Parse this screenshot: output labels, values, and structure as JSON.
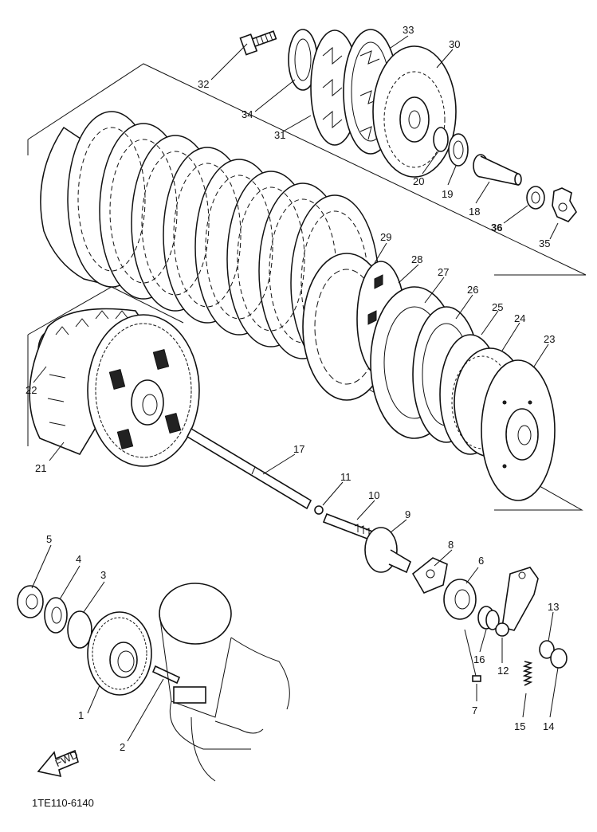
{
  "diagram": {
    "code": "1TE110-6140",
    "fwd_label": "FWD",
    "parts": [
      {
        "id": "p1",
        "label": "1"
      },
      {
        "id": "p2",
        "label": "2"
      },
      {
        "id": "p3",
        "label": "3"
      },
      {
        "id": "p4",
        "label": "4"
      },
      {
        "id": "p5",
        "label": "5"
      },
      {
        "id": "p6",
        "label": "6"
      },
      {
        "id": "p7",
        "label": "7"
      },
      {
        "id": "p8",
        "label": "8"
      },
      {
        "id": "p9",
        "label": "9"
      },
      {
        "id": "p10",
        "label": "10"
      },
      {
        "id": "p11",
        "label": "11"
      },
      {
        "id": "p12",
        "label": "12"
      },
      {
        "id": "p13",
        "label": "13"
      },
      {
        "id": "p14",
        "label": "14"
      },
      {
        "id": "p15",
        "label": "15"
      },
      {
        "id": "p16",
        "label": "16"
      },
      {
        "id": "p17",
        "label": "17"
      },
      {
        "id": "p18",
        "label": "18"
      },
      {
        "id": "p19",
        "label": "19"
      },
      {
        "id": "p20",
        "label": "20"
      },
      {
        "id": "p21",
        "label": "21"
      },
      {
        "id": "p22",
        "label": "22"
      },
      {
        "id": "p23",
        "label": "23"
      },
      {
        "id": "p24",
        "label": "24"
      },
      {
        "id": "p25",
        "label": "25"
      },
      {
        "id": "p26",
        "label": "26"
      },
      {
        "id": "p27",
        "label": "27"
      },
      {
        "id": "p28",
        "label": "28"
      },
      {
        "id": "p29",
        "label": "29"
      },
      {
        "id": "p30",
        "label": "30"
      },
      {
        "id": "p31",
        "label": "31"
      },
      {
        "id": "p32",
        "label": "32"
      },
      {
        "id": "p33",
        "label": "33"
      },
      {
        "id": "p34",
        "label": "34"
      },
      {
        "id": "p35",
        "label": "35"
      },
      {
        "id": "p36",
        "label": "36"
      }
    ]
  }
}
